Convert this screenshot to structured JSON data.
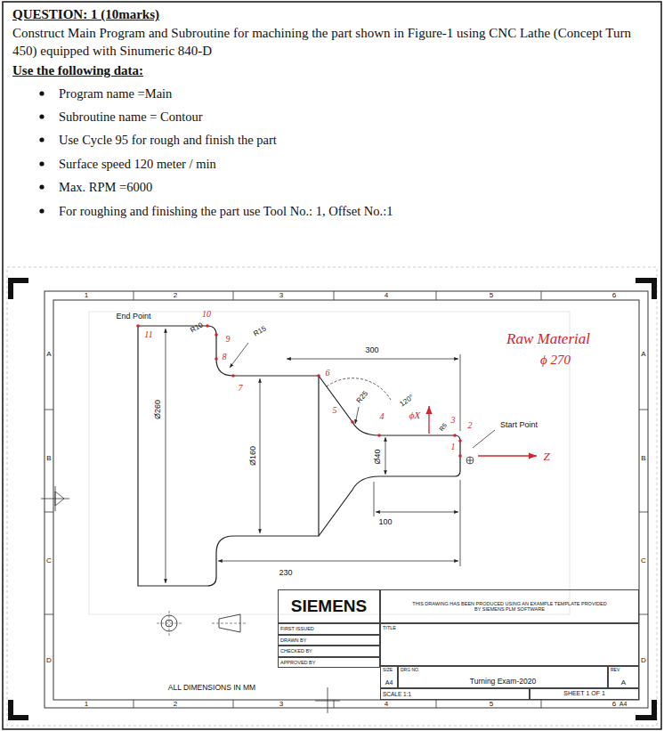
{
  "diagram": {
    "nodes": [
      {
        "text": [
          "SIEMENS"
        ]
      },
      {
        "text": [
          "FIRST ISSUED"
        ]
      },
      {
        "text": [
          "DRAWN BY"
        ]
      },
      {
        "text": [
          "CHECKED BY"
        ]
      },
      {
        "text": [
          "APPROVED BY"
        ]
      },
      {
        "text": [
          "THIS DRAWING HAS BEEN PRODUCED USING AN EXAMPLE TEMPLATE PROVIDED BY SIEMENS PLM SOFTWARE"
        ]
      },
      {
        "text": [
          "TITLE"
        ]
      },
      {
        "text": [
          "SIZE",
          "A4"
        ]
      },
      {
        "text": [
          "DRG NO.",
          "Turning Exam-2020"
        ]
      },
      {
        "text": [
          "REV",
          "A"
        ]
      },
      {
        "text": [
          "SCALE 1:1"
        ]
      },
      {
        "text": [
          "SHEET 1 OF 1"
        ]
      }
    ],
    "labels": [
      "QUESTION: 1 (10marks)",
      "Construct Main Program and Subroutine for machining the part shown in Figure-1 using CNC Lathe (Concept Turn 450) equipped with Sinumeric 840-D",
      "Use the following data:",
      "Program name =Main",
      "Subroutine name = Contour",
      "Use Cycle 95 for rough and finish the part",
      "Surface speed 120 meter / min",
      "Max. RPM =6000",
      "For roughing and finishing the part use Tool No.: 1, Offset No.:1",
      "1",
      "2",
      "3",
      "4",
      "5",
      "6",
      "1",
      "2",
      "3",
      "4",
      "5",
      "6",
      "A",
      "B",
      "C",
      "D",
      "A",
      "B",
      "C",
      "D",
      "End Point",
      "10",
      "11",
      "R10",
      "9",
      "R15",
      "8",
      "7",
      "300",
      "6",
      "120°",
      "R25",
      "5",
      "4",
      "ϕX",
      "3",
      "R5",
      "2",
      "1",
      "Raw Material",
      "ϕ 270",
      "Start Point",
      "Z",
      "Ø260",
      "Ø160",
      "Ø40",
      "100",
      "230",
      "ALL DIMENSIONS IN MM",
      "A4"
    ]
  }
}
